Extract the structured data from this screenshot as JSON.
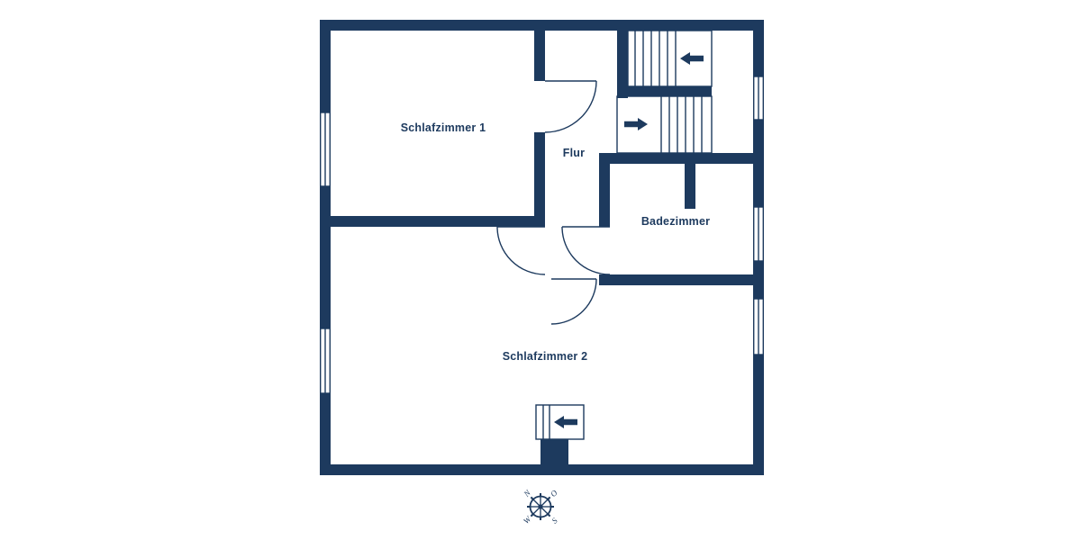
{
  "colors": {
    "wall": "#1d3a5e",
    "text": "#1d3a5e",
    "background": "#ffffff"
  },
  "rooms": [
    {
      "id": "schlafzimmer-1",
      "label": "Schlafzimmer 1"
    },
    {
      "id": "flur",
      "label": "Flur"
    },
    {
      "id": "badezimmer",
      "label": "Badezimmer"
    },
    {
      "id": "schlafzimmer-2",
      "label": "Schlafzimmer 2"
    }
  ],
  "stairs": {
    "upper_flight_arrow_direction": "left",
    "lower_flight_arrow_direction": "right",
    "basement_stair_arrow_direction": "left"
  },
  "compass": {
    "n": "N",
    "e": "O",
    "s": "S",
    "w": "W"
  }
}
